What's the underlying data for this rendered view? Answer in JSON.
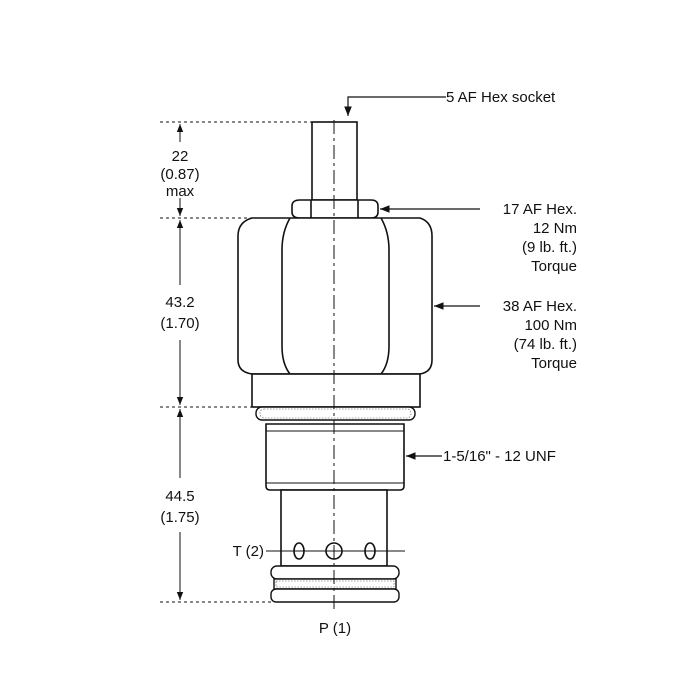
{
  "callouts": {
    "hex_socket": "5 AF Hex socket",
    "small_hex": {
      "line1": "17 AF Hex.",
      "line2": "12 Nm",
      "line3": "(9 lb. ft.)",
      "line4": "Torque"
    },
    "large_hex": {
      "line1": "38 AF Hex.",
      "line2": "100 Nm",
      "line3": "(74 lb. ft.)",
      "line4": "Torque"
    },
    "thread": "1-5/16\" - 12 UNF",
    "port_t": "T (2)",
    "port_p": "P (1)"
  },
  "dimensions": {
    "top": {
      "mm": "22",
      "inch": "(0.87)",
      "note": "max"
    },
    "middle": {
      "mm": "43.2",
      "inch": "(1.70)"
    },
    "bottom": {
      "mm": "44.5",
      "inch": "(1.75)"
    }
  },
  "colors": {
    "ink": "#111111",
    "knurl": "#9a9a9a"
  }
}
